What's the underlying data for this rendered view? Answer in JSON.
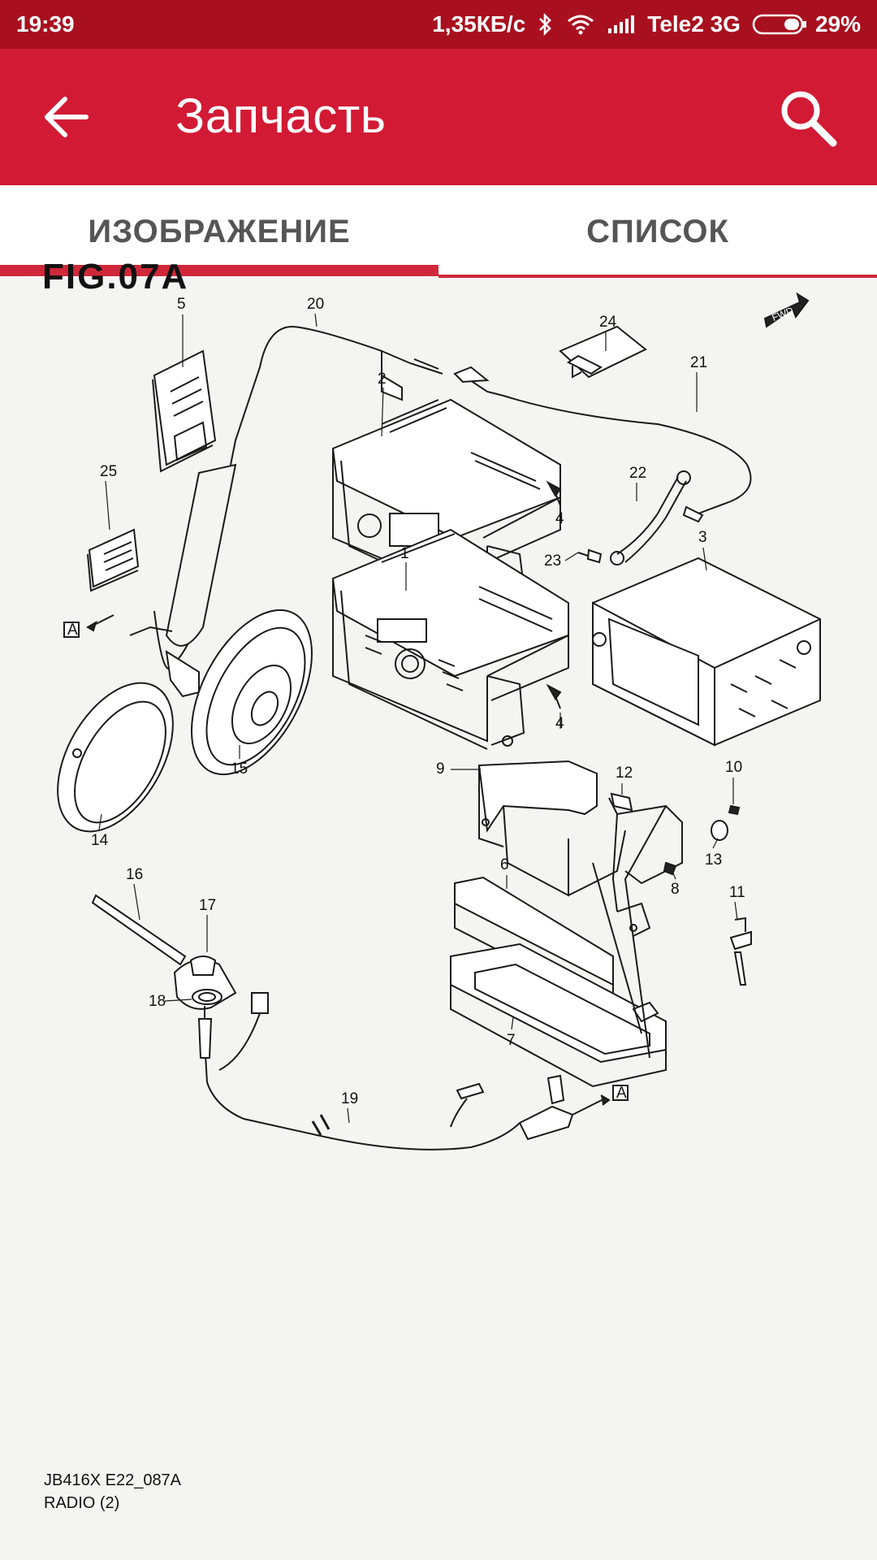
{
  "status": {
    "time": "19:39",
    "speed": "1,35КБ/с",
    "carrier": "Tele2 3G",
    "battery": "29%"
  },
  "app_bar": {
    "title": "Запчасть",
    "back_icon": "arrow-left-icon",
    "search_icon": "search-icon"
  },
  "tabs": [
    {
      "label": "ИЗОБРАЖЕНИЕ",
      "selected": true
    },
    {
      "label": "СПИСОК",
      "selected": false
    }
  ],
  "diagram": {
    "figure_title": "FIG.07A",
    "fwd_label": "FWD",
    "ref_label": "A",
    "callouts": [
      "1",
      "2",
      "3",
      "4",
      "4",
      "5",
      "6",
      "7",
      "8",
      "9",
      "10",
      "11",
      "12",
      "13",
      "14",
      "15",
      "16",
      "17",
      "18",
      "19",
      "20",
      "21",
      "22",
      "23",
      "24",
      "25"
    ],
    "caption_line1": "JB416X E22_087A",
    "caption_line2": "RADIO (2)"
  },
  "colors": {
    "status_bar": "#a8101f",
    "app_bar": "#d21a34",
    "tab_indicator": "#d0283a"
  }
}
